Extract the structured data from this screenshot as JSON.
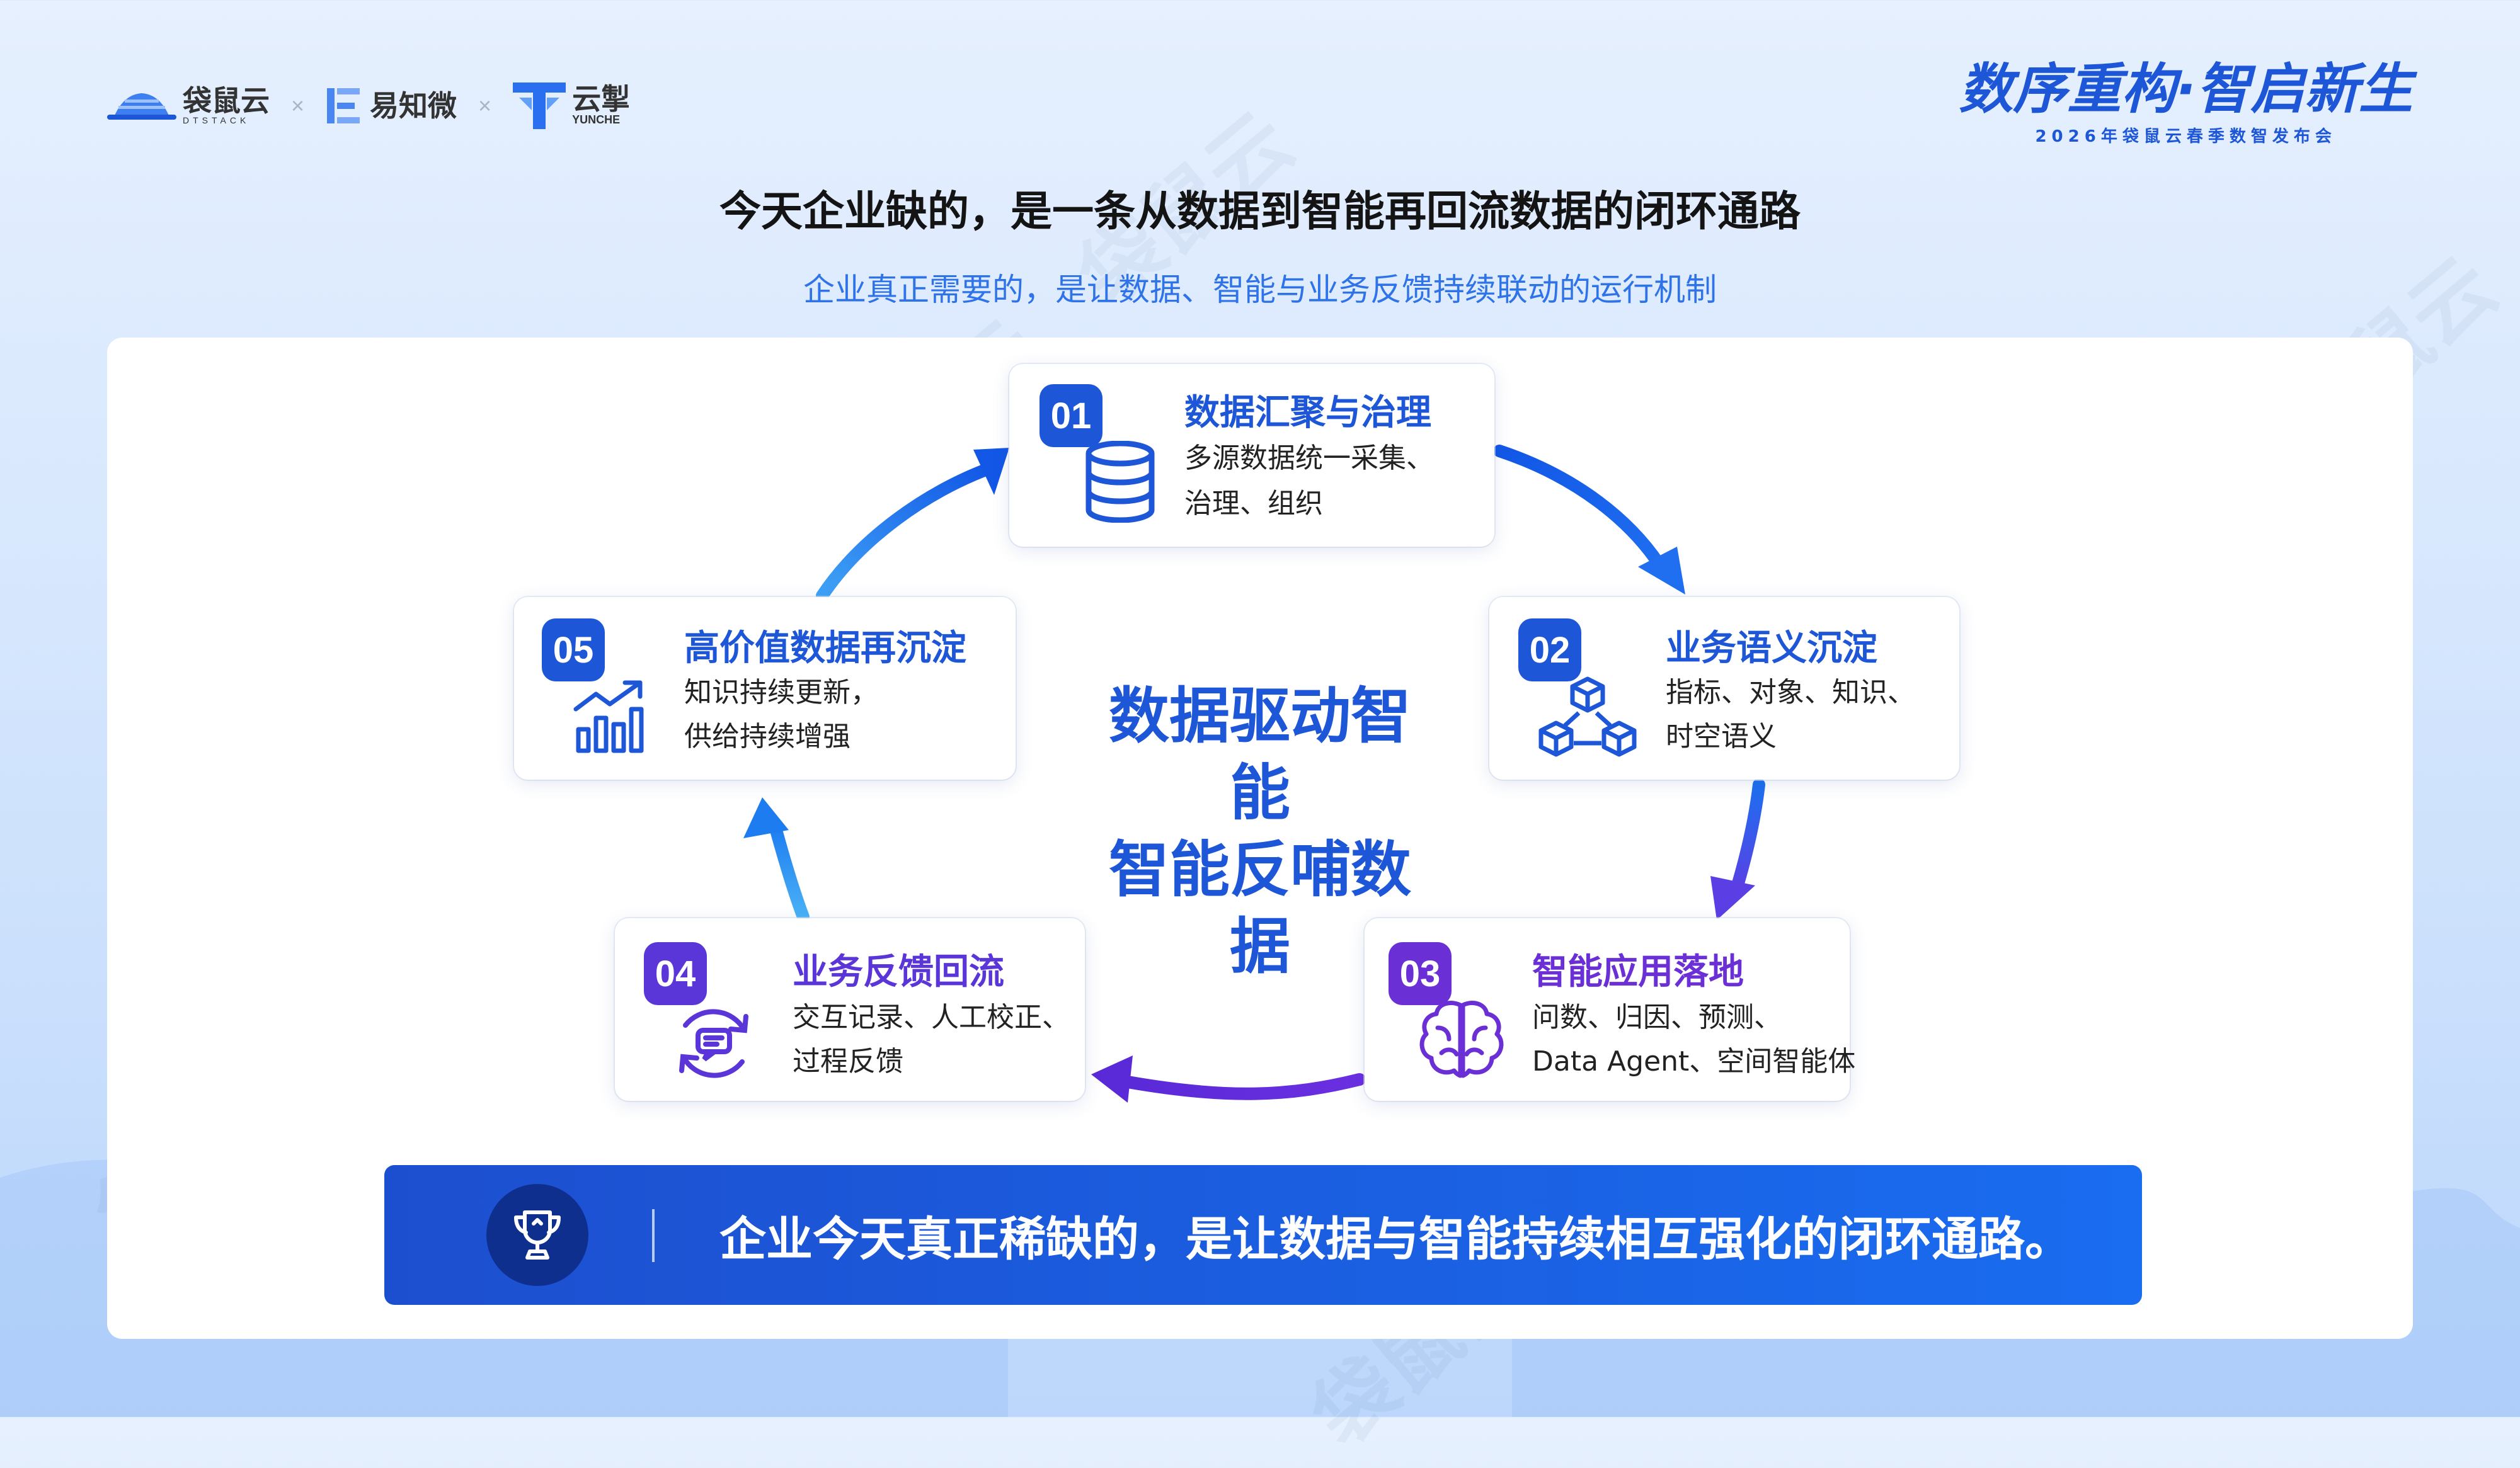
{
  "header": {
    "logos": [
      {
        "name": "袋鼠云",
        "sub": "DTSTACK"
      },
      {
        "name": "易知微"
      },
      {
        "name": "云掣",
        "sub": "YUNCHE"
      }
    ],
    "times_symbol": "×",
    "event_title": "数序重构·智启新生",
    "event_subtitle": "2026年袋鼠云春季数智发布会"
  },
  "title": "今天企业缺的，是一条从数据到智能再回流数据的闭环通路",
  "subtitle": "企业真正需要的，是让数据、智能与业务反馈持续联动的运行机制",
  "center": {
    "line1": "数据驱动智能",
    "line2": "智能反哺数据"
  },
  "steps": [
    {
      "num": "01",
      "title": "数据汇聚与治理",
      "desc1": "多源数据统一采集、",
      "desc2": "治理、组织",
      "color": "#1d56d6",
      "icon": "database-icon"
    },
    {
      "num": "02",
      "title": "业务语义沉淀",
      "desc1": "指标、对象、知识、",
      "desc2": "时空语义",
      "color": "#1d56d6",
      "icon": "cubes-network-icon"
    },
    {
      "num": "03",
      "title": "智能应用落地",
      "desc1": "问数、归因、预测、",
      "desc2": "Data Agent、空间智能体",
      "color": "#6b2fd6",
      "icon": "brain-icon"
    },
    {
      "num": "04",
      "title": "业务反馈回流",
      "desc1": "交互记录、人工校正、",
      "desc2": "过程反馈",
      "color": "#5a35d8",
      "icon": "feedback-cycle-icon"
    },
    {
      "num": "05",
      "title": "高价值数据再沉淀",
      "desc1": "知识持续更新，",
      "desc2": "供给持续增强",
      "color": "#1d56d6",
      "icon": "growth-chart-icon"
    }
  ],
  "banner": {
    "text": "企业今天真正稀缺的，是让数据与智能持续相互强化的闭环通路。",
    "icon": "trophy-icon"
  },
  "watermark": "袋鼠云",
  "colors": {
    "primary": "#1d56d6",
    "purple": "#6b2fd6",
    "accent": "#2f73e8"
  }
}
